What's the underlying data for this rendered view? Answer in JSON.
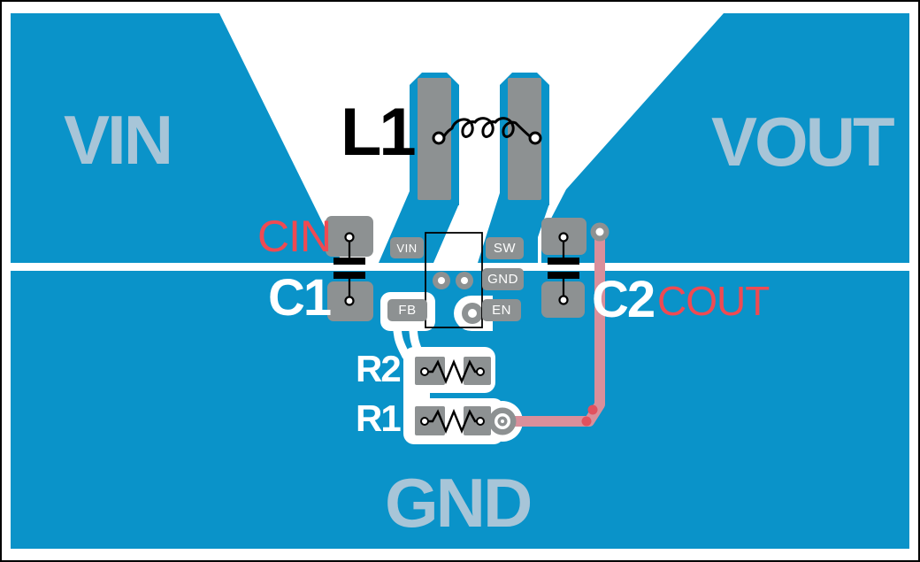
{
  "board": {
    "description": "DC-DC converter PCB layout diagram",
    "net_labels": {
      "vin": "VIN",
      "vout": "VOUT",
      "gnd": "GND"
    },
    "components": {
      "inductor": {
        "ref": "L1"
      },
      "input_cap": {
        "ref": "C1",
        "name": "CIN"
      },
      "output_cap": {
        "ref": "C2",
        "name": "COUT"
      },
      "resistor_top": {
        "ref": "R2"
      },
      "resistor_bottom": {
        "ref": "R1"
      }
    },
    "ic": {
      "pins": {
        "vin": "VIN",
        "sw": "SW",
        "gnd": "GND",
        "en": "EN",
        "fb": "FB"
      }
    },
    "colors": {
      "copper": "#0A93C9",
      "pad": "#8D9192",
      "net_text": "#A7C5D8",
      "highlight": "#EF4A52",
      "trace": "#D98F9B",
      "trace_dot": "#E1515E"
    }
  }
}
